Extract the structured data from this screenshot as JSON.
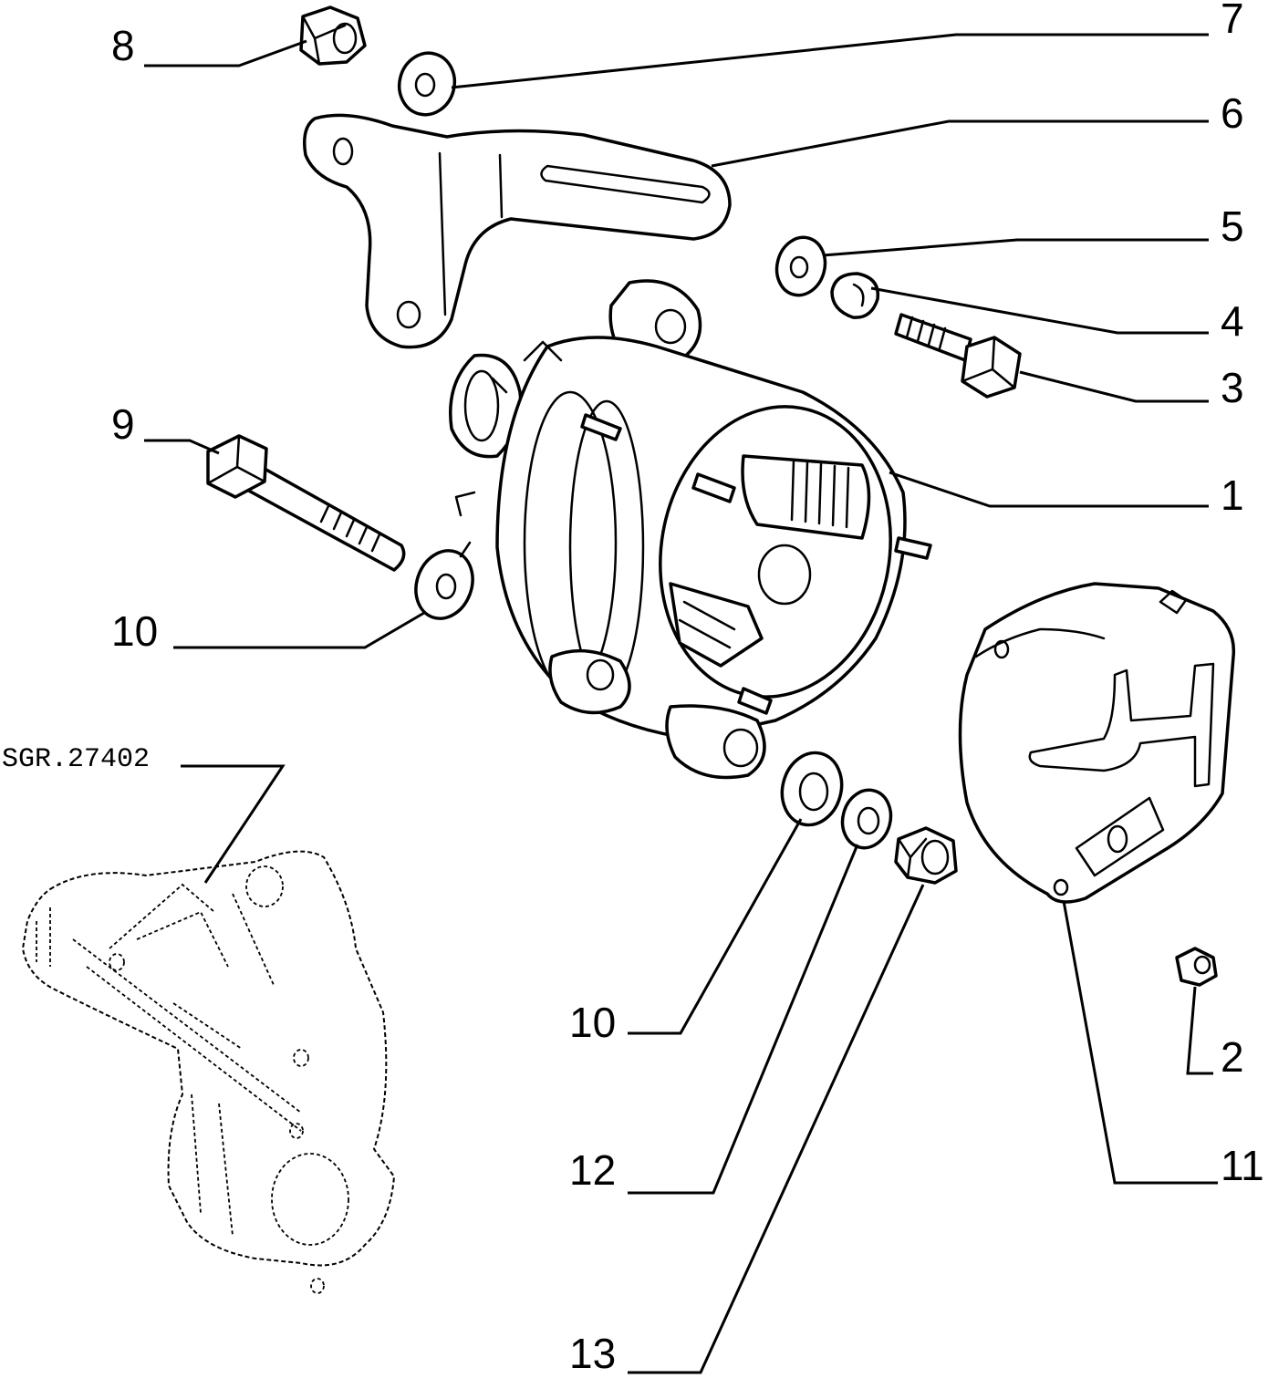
{
  "diagram": {
    "reference_code": "SGR.27402",
    "callouts": {
      "c1": "1",
      "c2": "2",
      "c3": "3",
      "c4": "4",
      "c5": "5",
      "c6": "6",
      "c7": "7",
      "c8": "8",
      "c9": "9",
      "c10a": "10",
      "c10b": "10",
      "c11": "11",
      "c12": "12",
      "c13": "13"
    }
  }
}
